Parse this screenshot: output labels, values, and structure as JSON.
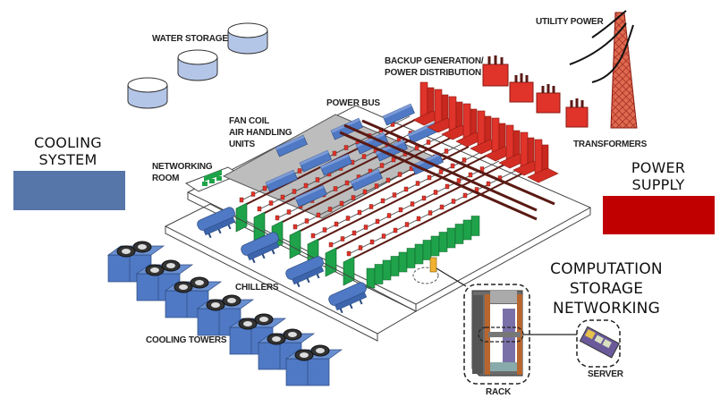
{
  "legend": {
    "cooling": {
      "title_line1": "COOLING",
      "title_line2": "SYSTEM",
      "color": "#5675A8"
    },
    "power": {
      "title_line1": "POWER",
      "title_line2": "SUPPLY",
      "color": "#C00000"
    },
    "it": {
      "line1": "COMPUTATION",
      "line2": "STORAGE",
      "line3": "NETWORKING"
    }
  },
  "labels": {
    "water_storage": "WATER STORAGE",
    "utility_power": "UTILITY POWER",
    "backup_line1": "BACKUP GENERATION/",
    "backup_line2": "POWER DISTRIBUTION",
    "power_bus": "POWER BUS",
    "fan_coil_line1": "FAN COIL",
    "fan_coil_line2": "AIR HANDLING",
    "fan_coil_line3": "UNITS",
    "transformers": "TRANSFORMERS",
    "networking_room_line1": "NETWORKING",
    "networking_room_line2": "ROOM",
    "chillers": "CHILLERS",
    "cooling_towers": "COOLING TOWERS",
    "rack": "RACK",
    "server": "SERVER"
  },
  "colors": {
    "cooling_blue": "#4F79C4",
    "water_tank": "#B4C6E8",
    "power_red": "#E0332A",
    "rack_green": "#1FA34A",
    "highlight_rack": "#F2B230",
    "floor_gray": "#BDBDBD"
  },
  "counts": {
    "water_tanks": 3,
    "transformers": 4,
    "cooling_tower_units": 7,
    "chillers": 4
  }
}
